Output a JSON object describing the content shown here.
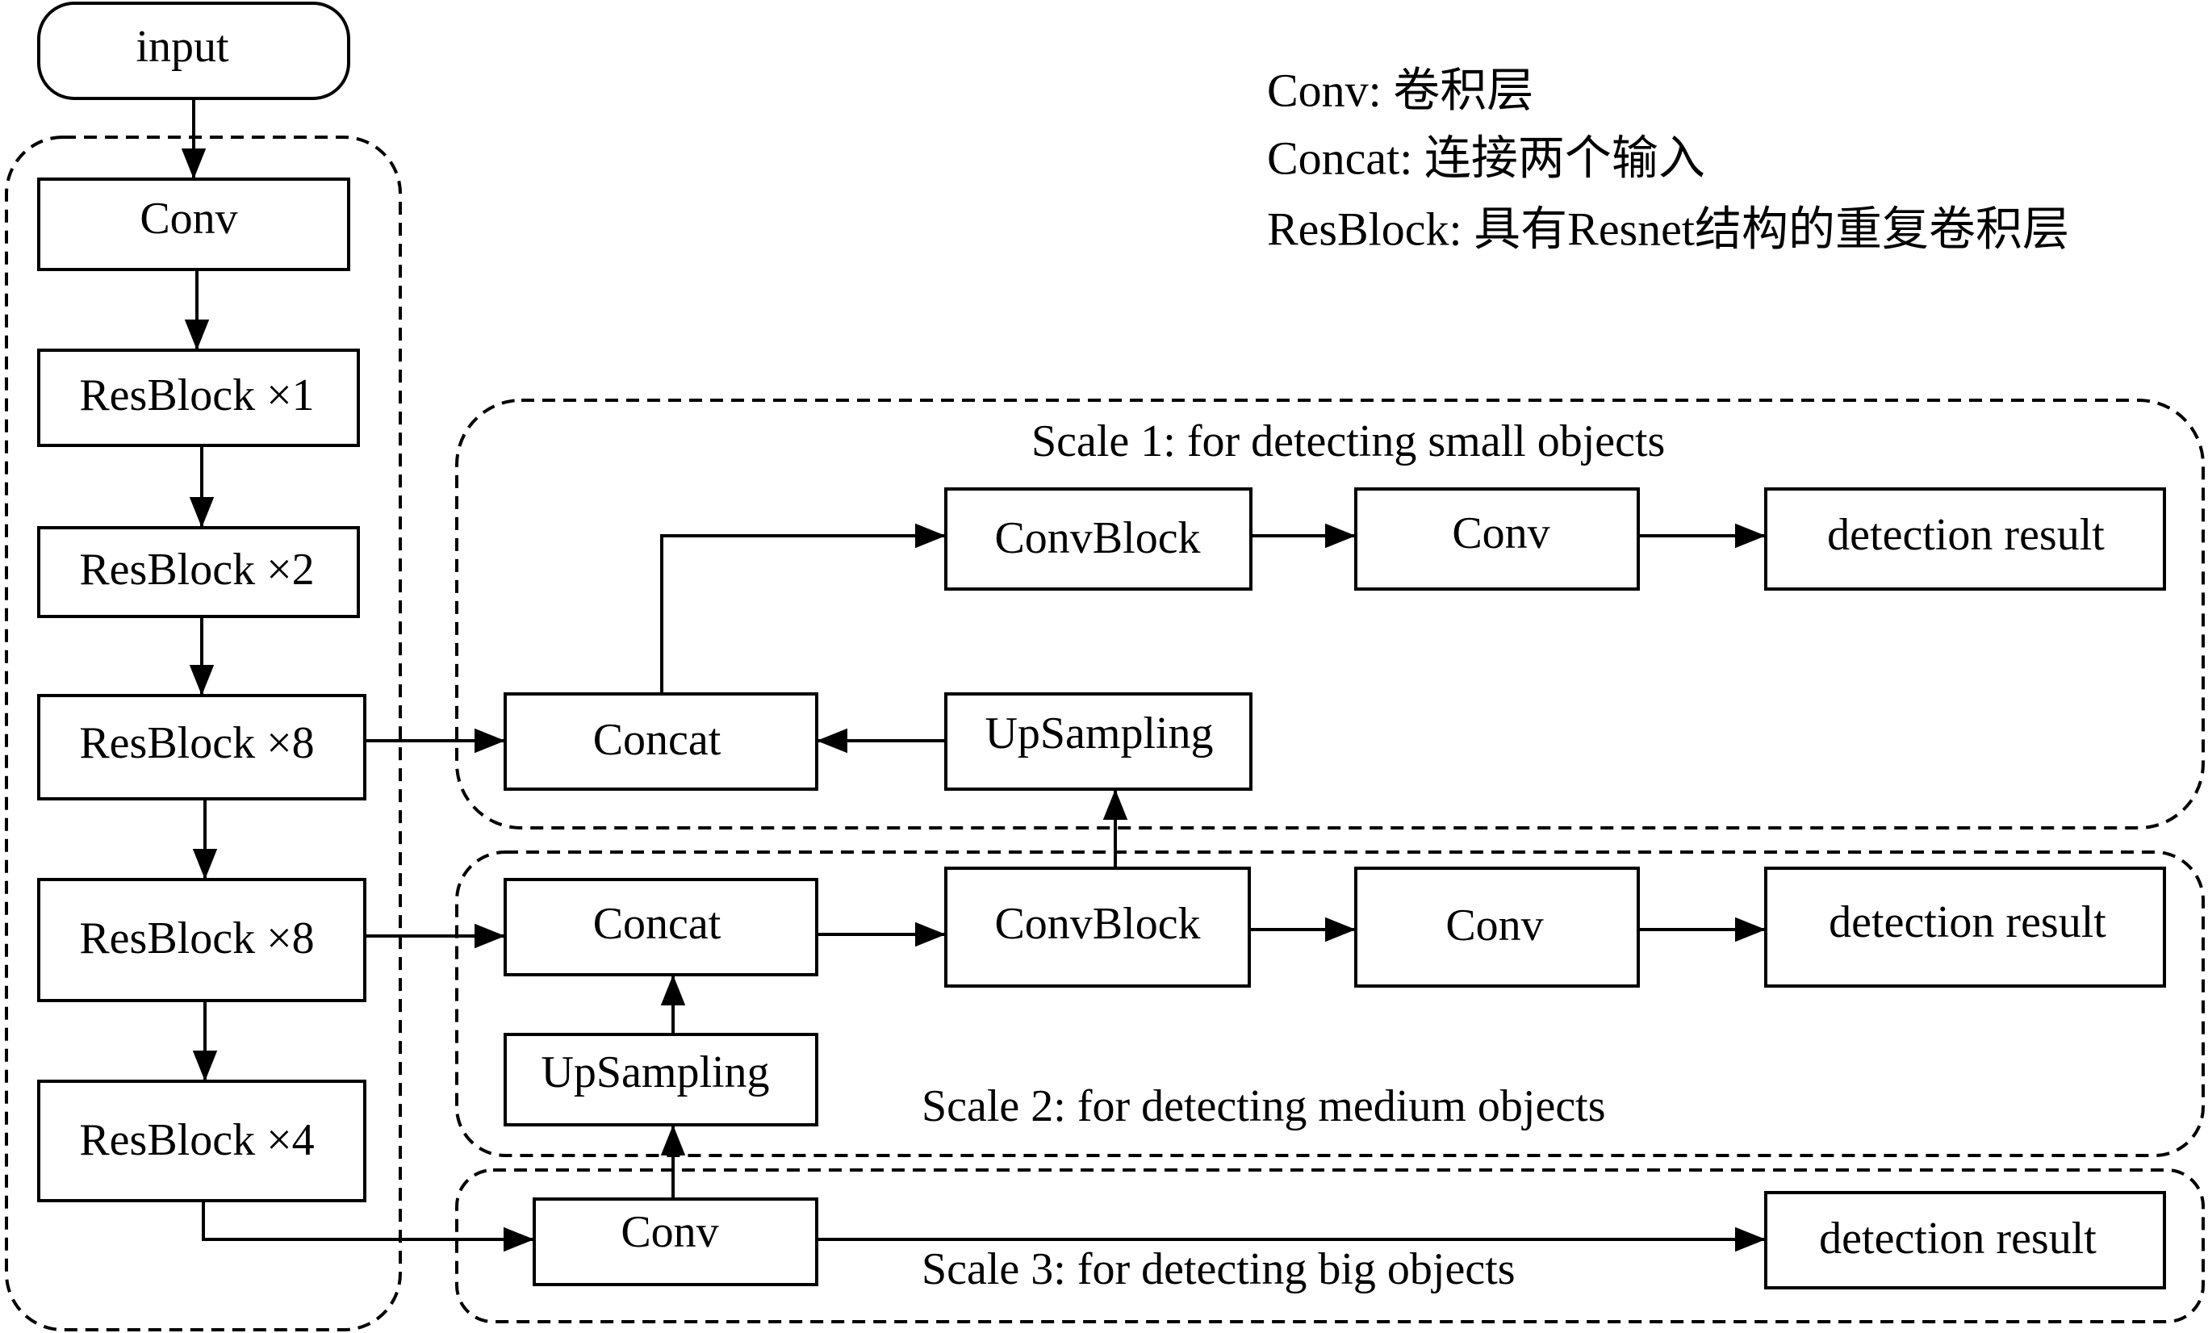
{
  "legend": {
    "conv": "Conv: 卷积层",
    "concat": "Concat: 连接两个输入",
    "resblock": "ResBlock: 具有Resnet结构的重复卷积层"
  },
  "backbone": {
    "input": "input",
    "conv": "Conv",
    "res1": "ResBlock ×1",
    "res2": "ResBlock ×2",
    "res8a": "ResBlock ×8",
    "res8b": "ResBlock ×8",
    "res4": "ResBlock ×4"
  },
  "scale1": {
    "title": "Scale 1: for detecting small objects",
    "convblock": "ConvBlock",
    "conv": "Conv",
    "result": "detection result",
    "concat": "Concat",
    "upsampling": "UpSampling"
  },
  "scale2": {
    "title": "Scale 2: for detecting medium objects",
    "concat": "Concat",
    "convblock": "ConvBlock",
    "conv": "Conv",
    "result": "detection result",
    "upsampling": "UpSampling"
  },
  "scale3": {
    "title": "Scale 3: for detecting big objects",
    "conv": "Conv",
    "result": "detection result"
  },
  "colors": {
    "stroke": "#000000",
    "background": "#ffffff"
  }
}
